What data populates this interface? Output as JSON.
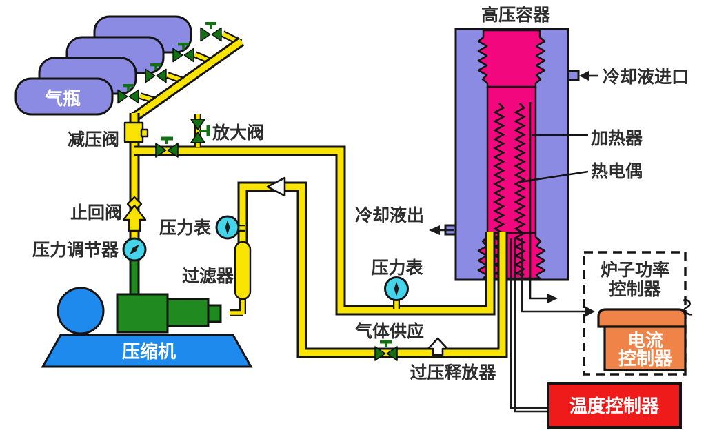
{
  "diagram": {
    "type": "process-schematic",
    "title": "高压容器",
    "labels": {
      "vessel_title": "高压容器",
      "coolant_inlet": "冷却液进口",
      "heater": "加热器",
      "thermocouple": "热电偶",
      "gas_cylinder": "气瓶",
      "pressure_reducing_valve": "减压阀",
      "amplifier_valve": "放大阀",
      "check_valve": "止回阀",
      "pressure_gauge_left": "压力表",
      "pressure_regulator": "压力调节器",
      "filter": "过滤器",
      "compressor": "压缩机",
      "coolant_outlet": "冷却液出",
      "pressure_gauge_mid": "压力表",
      "gas_supply": "气体供应",
      "overpressure_release": "过压释放器",
      "furnace_power_controller_line1": "炉子功率",
      "furnace_power_controller_line2": "控制器",
      "current_controller_line1": "电流",
      "current_controller_line2": "控制器",
      "temperature_controller": "温度控制器"
    },
    "colors": {
      "pipe_yellow": "#f8e400",
      "vessel_purple": "#8b8be4",
      "core_pink": "#f2077e",
      "gauge_cyan": "#45d5ea",
      "valve_green": "#137013",
      "compressor_green": "#208a20",
      "machine_blue": "#1f8aee",
      "controller_orange": "#f08448",
      "alarm_red": "#ef1a1a",
      "wire_black": "#1c1c1c",
      "label_dark": "#2d2d2d"
    }
  }
}
